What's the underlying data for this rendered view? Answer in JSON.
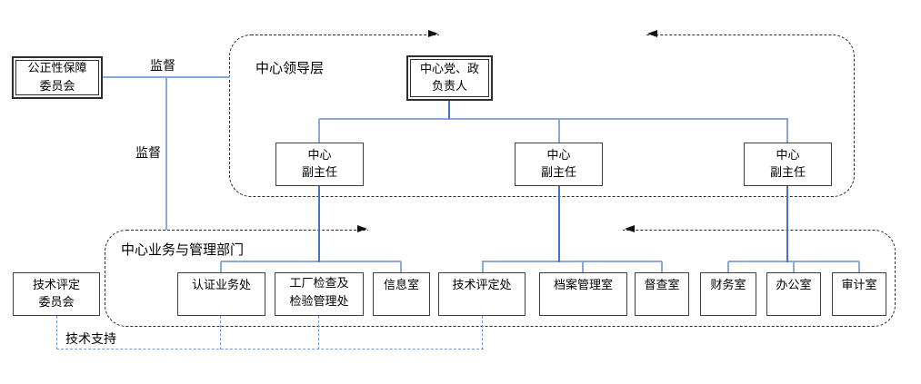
{
  "colors": {
    "line-light": "#8BA7DC",
    "line-dark": "#4472C4",
    "line-dashed-blue": "#6E96DC",
    "frame-border": "#2b2b2b",
    "box-border": "#404040"
  },
  "labels": {
    "supervise_top": "监督",
    "supervise_left": "监督",
    "tech_support": "技术支持",
    "leadership_group": "中心领导层",
    "business_group": "中心业务与管理部门"
  },
  "boxes": {
    "fairness_committee": {
      "text": "公正性保障\n委员会"
    },
    "party_leader": {
      "text": "中心党、政\n负责人"
    },
    "tech_committee": {
      "text": "技术评定\n委员会"
    },
    "deputy": {
      "text": "中心\n副主任"
    }
  },
  "departments": [
    {
      "text": "认证业务处"
    },
    {
      "text": "工厂检查及\n检验管理处"
    },
    {
      "text": "信息室"
    },
    {
      "text": "技术评定处"
    },
    {
      "text": "档案管理室"
    },
    {
      "text": "督查室"
    },
    {
      "text": "财务室"
    },
    {
      "text": "办公室"
    },
    {
      "text": "审计室"
    }
  ]
}
